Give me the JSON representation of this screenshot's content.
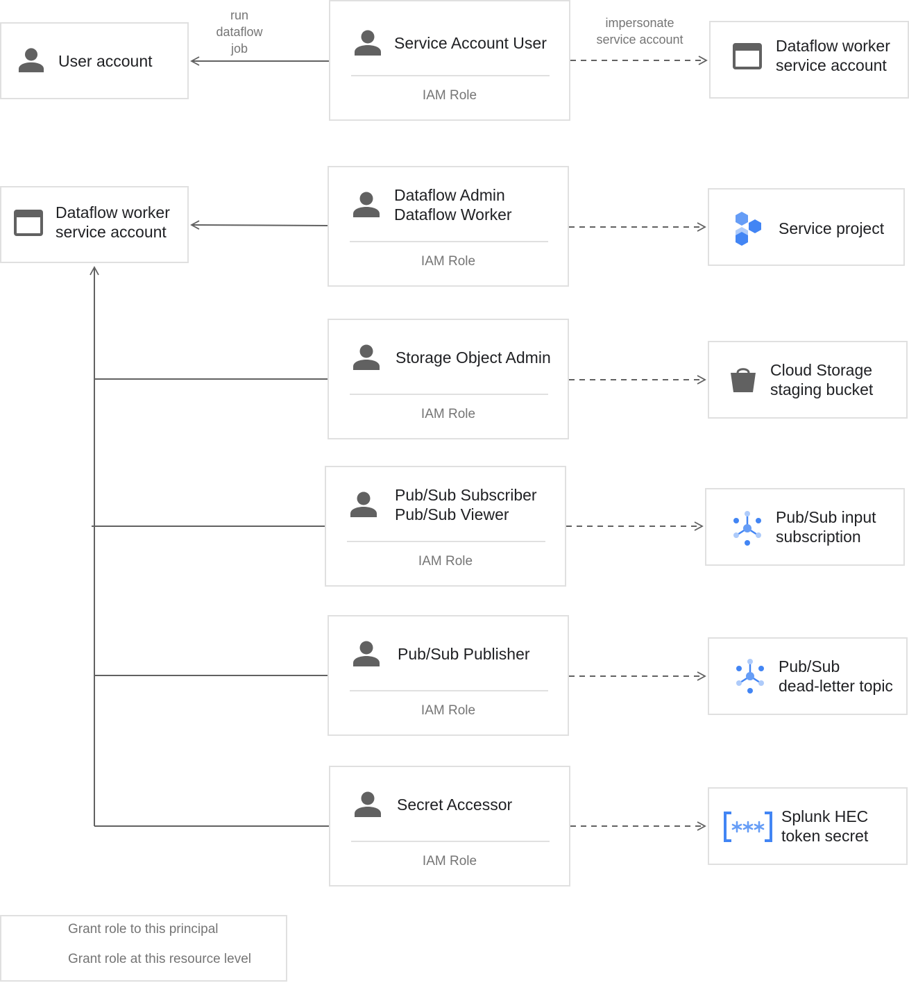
{
  "colors": {
    "line": "#616161",
    "box_border": "#e0e0e0",
    "icon_gray": "#616161",
    "accent_blue": "#4285f4",
    "light_blue": "#aecbfa"
  },
  "principals": {
    "user_account": {
      "label": "User account",
      "icon": "person-icon"
    },
    "worker_top": {
      "label": "Dataflow worker\nservice account",
      "icon": "window-icon"
    },
    "worker_main": {
      "label": "Dataflow worker\nservice account",
      "icon": "window-icon"
    }
  },
  "roles": [
    {
      "title": "Service Account User",
      "sub": "IAM Role",
      "icon": "person-icon"
    },
    {
      "title": "Dataflow Admin\nDataflow Worker",
      "sub": "IAM Role",
      "icon": "person-icon"
    },
    {
      "title": "Storage Object Admin",
      "sub": "IAM Role",
      "icon": "person-icon"
    },
    {
      "title": "Pub/Sub Subscriber\nPub/Sub Viewer",
      "sub": "IAM Role",
      "icon": "person-icon"
    },
    {
      "title": "Pub/Sub Publisher",
      "sub": "IAM Role",
      "icon": "person-icon"
    },
    {
      "title": "Secret Accessor",
      "sub": "IAM Role",
      "icon": "person-icon"
    }
  ],
  "resources": [
    {
      "label": "Service project",
      "icon": "hexagons-icon"
    },
    {
      "label": "Cloud Storage\nstaging bucket",
      "icon": "bucket-icon"
    },
    {
      "label": "Pub/Sub input\nsubscription",
      "icon": "pubsub-icon"
    },
    {
      "label": "Pub/Sub\ndead-letter topic",
      "icon": "pubsub-icon"
    },
    {
      "label": "Splunk HEC\ntoken secret",
      "icon": "secret-icon"
    }
  ],
  "edge_labels": {
    "run_job": "run\ndataflow\njob",
    "impersonate": "impersonate\nservice account"
  },
  "legend": {
    "solid": "Grant role to this principal",
    "dashed": "Grant role at this resource level"
  }
}
